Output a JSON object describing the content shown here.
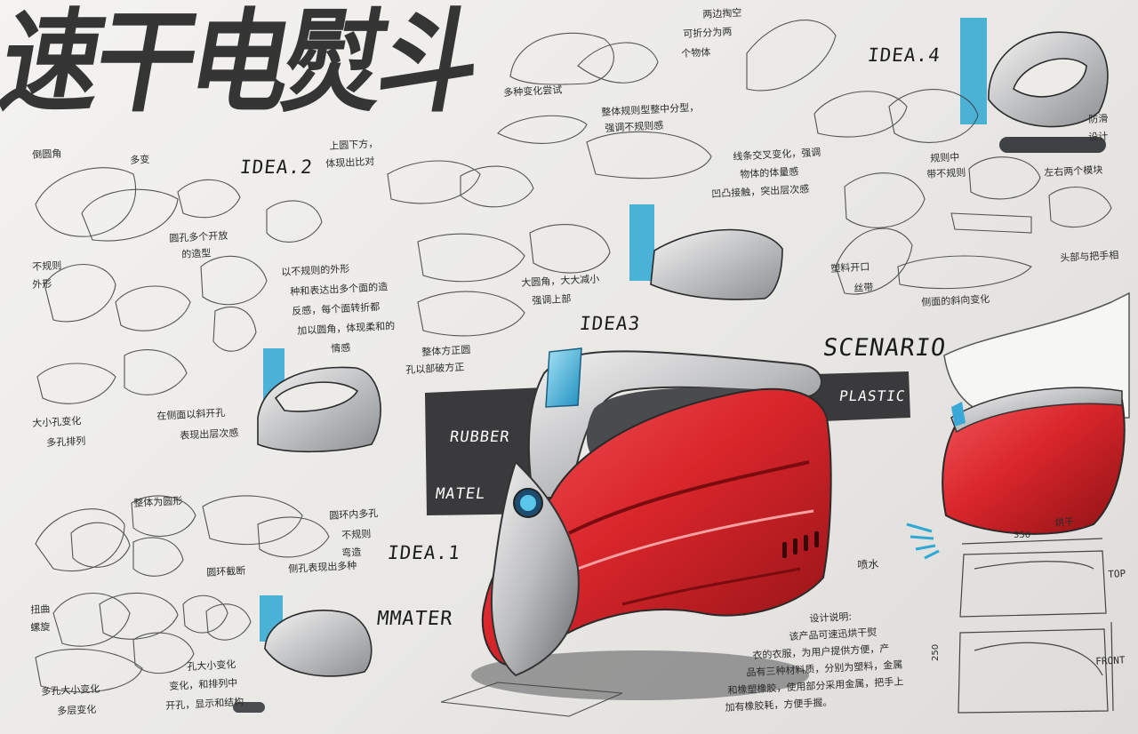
{
  "title": "速干电熨斗",
  "headings": {
    "idea1": "IDEA.1",
    "idea2": "IDEA.2",
    "idea3": "IDEA3",
    "idea4": "IDEA.4",
    "scenario": "SCENARIO",
    "mmater": "MMATER"
  },
  "materials": {
    "rubber": "RUBBER",
    "matel": "MATEL",
    "plastic": "PLASTIC"
  },
  "description": {
    "title": "设计说明:",
    "lines": [
      "该产品可速迅烘干熨",
      "衣的衣服，为用户提供方便，产",
      "品有三种材料质，分别为塑料，金属",
      "和橡塑橡胶，使用部分采用金属，把手上",
      "加有橡胶耗，方便手握。"
    ]
  },
  "notes": {
    "n01": "多种变化尝试",
    "n02": "两边掏空",
    "n03": "可折分为两",
    "n04": "个物体",
    "n05": "整体规则型整中分型，",
    "n06": "强调不规则感",
    "n07": "上圆下方，",
    "n08": "体现出比对",
    "n09": "倒圆角",
    "n10": "多变",
    "n11": "圆孔多个开放",
    "n12": "的造型",
    "n13": "线条交叉变化，强调",
    "n14": "物体的体量感",
    "n15": "凹凸接触，突出层次感",
    "n16": "规则中",
    "n17": "带不规则",
    "n18": "防滑",
    "n19": "设计",
    "n20": "左右两个模块",
    "n21": "不规则",
    "n22": "外形",
    "n23": "以不规则的外形",
    "n24": "种和表达出多个面的造",
    "n25": "反感，每个面转折都",
    "n26": "加以圆角，体现柔和的",
    "n27": "情感",
    "n28": "大圆角，大大减小",
    "n29": "强调上部",
    "n30": "塑料开口",
    "n31": "丝带",
    "n32": "头部与把手相",
    "n33": "侧面的斜向变化",
    "n34": "整体方正圆",
    "n35": "孔以部破方正",
    "n36": "大小孔变化",
    "n37": "多孔排列",
    "n38": "在侧面以斜开孔",
    "n39": "表现出层次感",
    "n40": "整体为圆形",
    "n41": "圆环内多孔",
    "n42": "不规则",
    "n43": "弯造",
    "n44": "圆环截断",
    "n45": "侧孔表现出多种",
    "n46": "扭曲",
    "n47": "螺旋",
    "n48": "多孔大小变化",
    "n49": "多层变化",
    "n50": "孔大小变化",
    "n51": "变化，和排列中",
    "n52": "开孔，显示和结构",
    "n53": "喷水",
    "n54": "烘干",
    "n55": "350",
    "n56": "250",
    "n57": "TOP",
    "n58": "FRONT"
  },
  "colors": {
    "paper": "#ecebe8",
    "ink": "#2b2b2b",
    "marker_red": "#d8282c",
    "marker_blue": "#2fa8d4",
    "marker_grey": "#6d6f72",
    "panel_dark": "#3a3a3c"
  }
}
